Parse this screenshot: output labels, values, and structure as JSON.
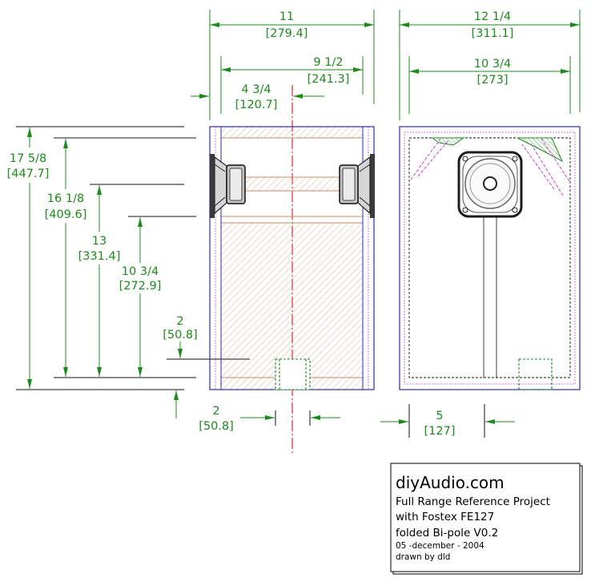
{
  "dimensions": {
    "side_outer_width": {
      "imperial": "11",
      "metric": "[279.4]"
    },
    "side_inner_width": {
      "imperial": "9 1/2",
      "metric": "[241.3]"
    },
    "side_half_width": {
      "imperial": "4 3/4",
      "metric": "[120.7]"
    },
    "front_outer_width": {
      "imperial": "12 1/4",
      "metric": "[311.1]"
    },
    "front_inner_width": {
      "imperial": "10 3/4",
      "metric": "[273]"
    },
    "outer_height": {
      "imperial": "17 5/8",
      "metric": "[447.7]"
    },
    "inner_height": {
      "imperial": "16 1/8",
      "metric": "[409.6]"
    },
    "driver_level_height": {
      "imperial": "13",
      "metric": "[331.4]"
    },
    "chamber_height": {
      "imperial": "10 3/4",
      "metric": "[272.9]"
    },
    "port_height": {
      "imperial": "2",
      "metric": "[50.8]"
    },
    "port_width": {
      "imperial": "2",
      "metric": "[50.8]"
    },
    "port_offset": {
      "imperial": "5",
      "metric": "[127]"
    }
  },
  "title_block": {
    "site": "diyAudio.com",
    "line1": "Full Range Reference Project",
    "line2": "with Fostex FE127",
    "line3": "folded Bi-pole V0.2",
    "date": "05 -december - 2004",
    "author": "drawn by dld"
  },
  "colors": {
    "dimension": "#1a8c1a",
    "outline": "#2a2ab8",
    "hatch": "#cf8a60",
    "dotted": "#d040d0",
    "centerline": "#e02828"
  }
}
